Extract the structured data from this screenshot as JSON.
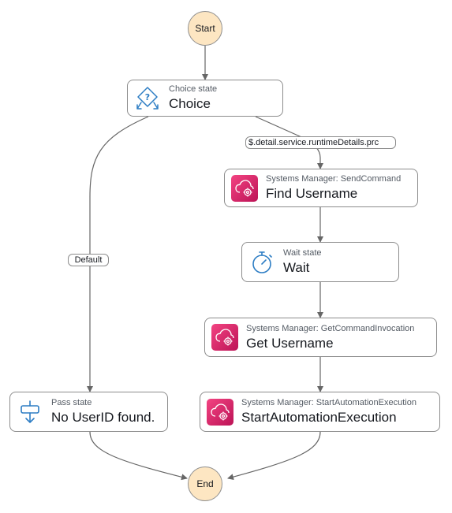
{
  "start_label": "Start",
  "end_label": "End",
  "states": {
    "choice": {
      "type": "Choice state",
      "name": "Choice",
      "icon": "choice-icon"
    },
    "find_username": {
      "type": "Systems Manager: SendCommand",
      "name": "Find Username",
      "icon": "systems-manager-icon"
    },
    "wait": {
      "type": "Wait state",
      "name": "Wait",
      "icon": "stopwatch-icon"
    },
    "get_username": {
      "type": "Systems Manager: GetCommandInvocation",
      "name": "Get Username",
      "icon": "systems-manager-icon"
    },
    "start_automation": {
      "type": "Systems Manager: StartAutomationExecution",
      "name": "StartAutomationExecution",
      "icon": "systems-manager-icon"
    },
    "pass": {
      "type": "Pass state",
      "name": "No UserID found.",
      "icon": "pass-icon"
    }
  },
  "edge_labels": {
    "choice_condition": "$.detail.service.runtimeDetails.prc",
    "default": "Default"
  },
  "colors": {
    "terminal_fill": "#fde6c2",
    "ssm_gradient_start": "#f34482",
    "ssm_gradient_end": "#bc1356",
    "flow_icon": "#2d7dc4",
    "edge": "#666666"
  }
}
